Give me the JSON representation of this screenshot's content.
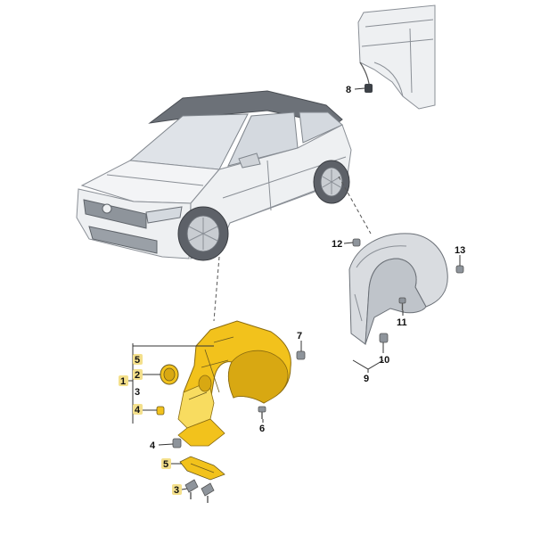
{
  "colors": {
    "liner_fill": "#f2c21c",
    "liner_shade": "#d8a812",
    "liner_light": "#f8dc60",
    "rear_liner_fill": "#d9dce0",
    "body_fill": "#eef0f2",
    "highlight_badge": "#f4e08c",
    "fastener": "#8e949b"
  },
  "callouts": {
    "n1": "1",
    "n2": "2",
    "n3": "3",
    "n4a": "4",
    "n4b": "4",
    "n5a": "5",
    "n5b": "5",
    "n3b": "3",
    "n6": "6",
    "n7": "7",
    "n8": "8",
    "n9": "9",
    "n10": "10",
    "n11": "11",
    "n12": "12",
    "n13": "13"
  }
}
